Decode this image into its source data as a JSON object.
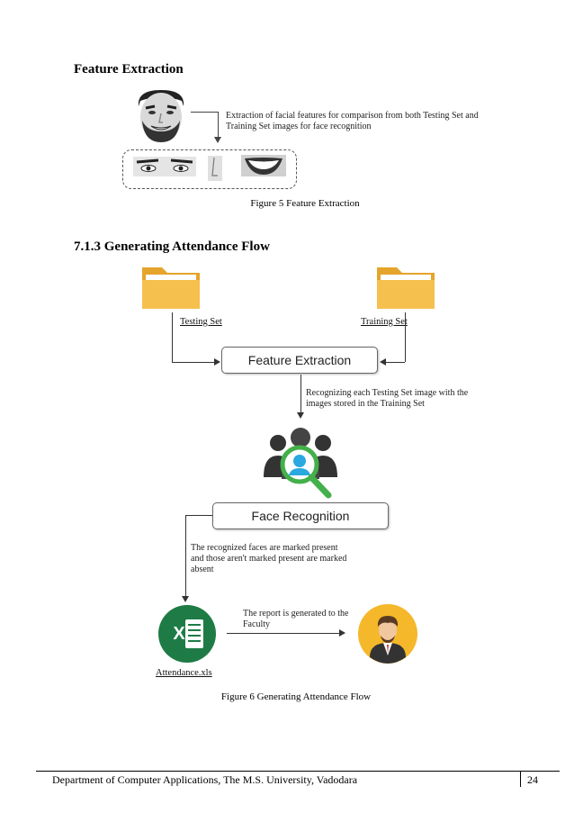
{
  "section1": {
    "heading": "Feature Extraction",
    "note": "Extraction of facial features for comparison from both Testing Set and Training Set images for face recognition",
    "caption": "Figure 5 Feature Extraction"
  },
  "section2": {
    "heading": "7.1.3   Generating Attendance Flow",
    "testing_set_label": "Testing Set",
    "training_set_label": "Training Set",
    "feature_box_label": "Feature Extraction",
    "recognizing_note": "Recognizing each Testing Set image with the images stored in the Training Set",
    "face_box_label": "Face Recognition",
    "marked_note": "The recognized faces are marked present and those aren't marked present are marked absent",
    "report_note": "The report is generated to the Faculty",
    "attendance_label": "Attendance.xls",
    "excel_letter": "X",
    "caption": "Figure 6 Generating Attendance Flow"
  },
  "footer": {
    "text": "Department of Computer Applications, The M.S. University, Vadodara",
    "page_number": "24"
  },
  "colors": {
    "folder": "#f2b33d",
    "excel_green": "#1e7b45",
    "avatar_bg": "#f5b82a",
    "magnifier_ring": "#43b04a",
    "magnifier_center": "#2aa8e0"
  }
}
